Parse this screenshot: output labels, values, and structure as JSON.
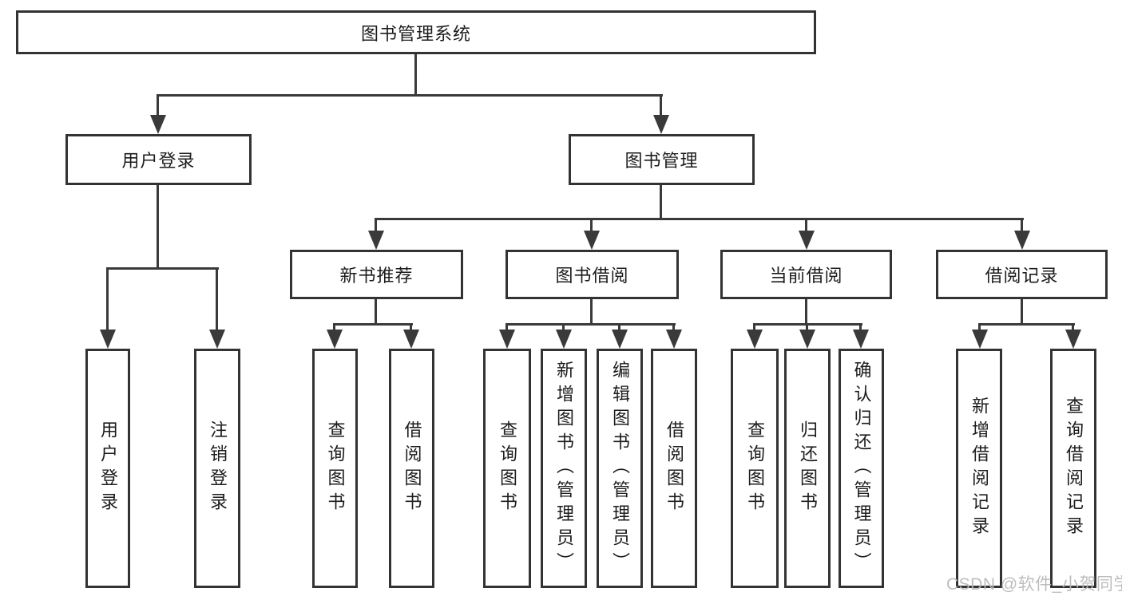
{
  "diagram": {
    "root": {
      "label": "图书管理系统"
    },
    "level2": {
      "user_login": {
        "label": "用户登录",
        "children": [
          "用户登录",
          "注销登录"
        ]
      },
      "book_mgmt": {
        "label": "图书管理"
      }
    },
    "level3": {
      "new_books": {
        "label": "新书推荐",
        "children": [
          "查询图书",
          "借阅图书"
        ]
      },
      "book_borrow": {
        "label": "图书借阅",
        "children": [
          "查询图书",
          "新增图书（管理员）",
          "编辑图书（管理员）",
          "借阅图书"
        ]
      },
      "current_borrow": {
        "label": "当前借阅",
        "children": [
          "查询图书",
          "归还图书",
          "确认归还（管理员）"
        ]
      },
      "borrow_records": {
        "label": "借阅记录",
        "children": [
          "新增借阅记录",
          "查询借阅记录"
        ]
      }
    }
  },
  "watermark": {
    "text": "CSDN @软件_小贺同学"
  },
  "colors": {
    "line": "#3a3a3a",
    "border": "#333333",
    "text": "#1c1c1c",
    "watermark": "#b9b9b9",
    "background": "#ffffff"
  }
}
